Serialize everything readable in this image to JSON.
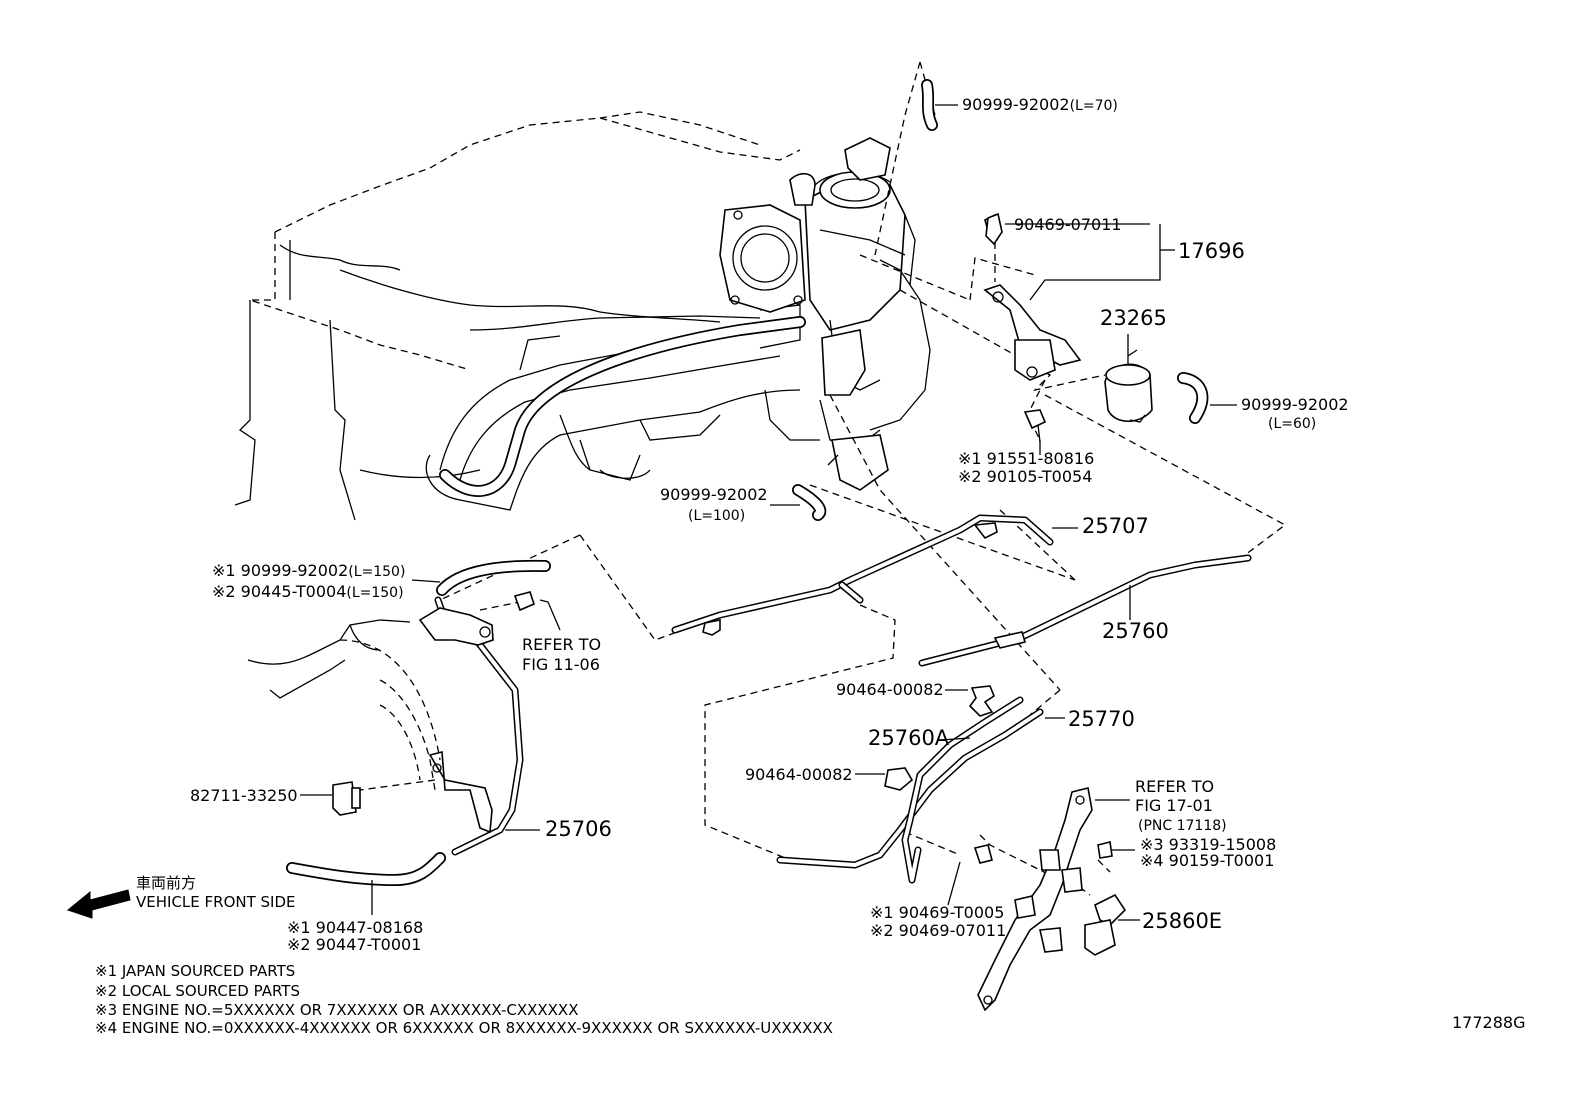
{
  "diagram": {
    "figure_id": "177288G",
    "direction": {
      "jp": "車両前方",
      "en": "VEHICLE FRONT SIDE"
    },
    "notes": [
      "※1 JAPAN SOURCED PARTS",
      "※2 LOCAL SOURCED PARTS",
      "※3 ENGINE NO.=5XXXXXX OR 7XXXXXX OR AXXXXXX-CXXXXXX",
      "※4 ENGINE NO.=0XXXXXX-4XXXXXX OR 6XXXXXX OR 8XXXXXX-9XXXXXX OR SXXXXXX-UXXXXXX"
    ],
    "parts": {
      "p_90999_70": {
        "num": "90999-92002",
        "suffix": "(L=70)"
      },
      "p_90469_07011": "90469-07011",
      "p_17696": "17696",
      "p_23265": "23265",
      "p_90999_60": {
        "num": "90999-92002",
        "suffix": "(L=60)"
      },
      "p_91551": "※1 91551-80816",
      "p_90105": "※2 90105-T0054",
      "p_90999_100": {
        "num": "90999-92002",
        "suffix": "(L=100)"
      },
      "p_25707": "25707",
      "p_25760": "25760",
      "p_90999_150": {
        "num": "※1 90999-92002",
        "suffix": "(L=150)"
      },
      "p_90445_150": {
        "num": "※2 90445-T0004",
        "suffix": "(L=150)"
      },
      "refer_11_06": {
        "line1": "REFER TO",
        "line2": "FIG 11-06"
      },
      "p_90464_a": "90464-00082",
      "p_25770": "25770",
      "p_25760A": "25760A",
      "p_90464_b": "90464-00082",
      "p_82711": "82711-33250",
      "p_25706": "25706",
      "refer_17_01": {
        "line1": "REFER TO",
        "line2": "FIG 17-01",
        "line3": "(PNC 17118)"
      },
      "p_393319": "※3 93319-15008",
      "p_490159": "※4 90159-T0001",
      "p_25860E": "25860E",
      "p_90469_T0005": "※1 90469-T0005",
      "p_90469_07011b": "※2 90469-07011",
      "p_90447_08168": "※1 90447-08168",
      "p_90447_T0001": "※2 90447-T0001"
    }
  }
}
